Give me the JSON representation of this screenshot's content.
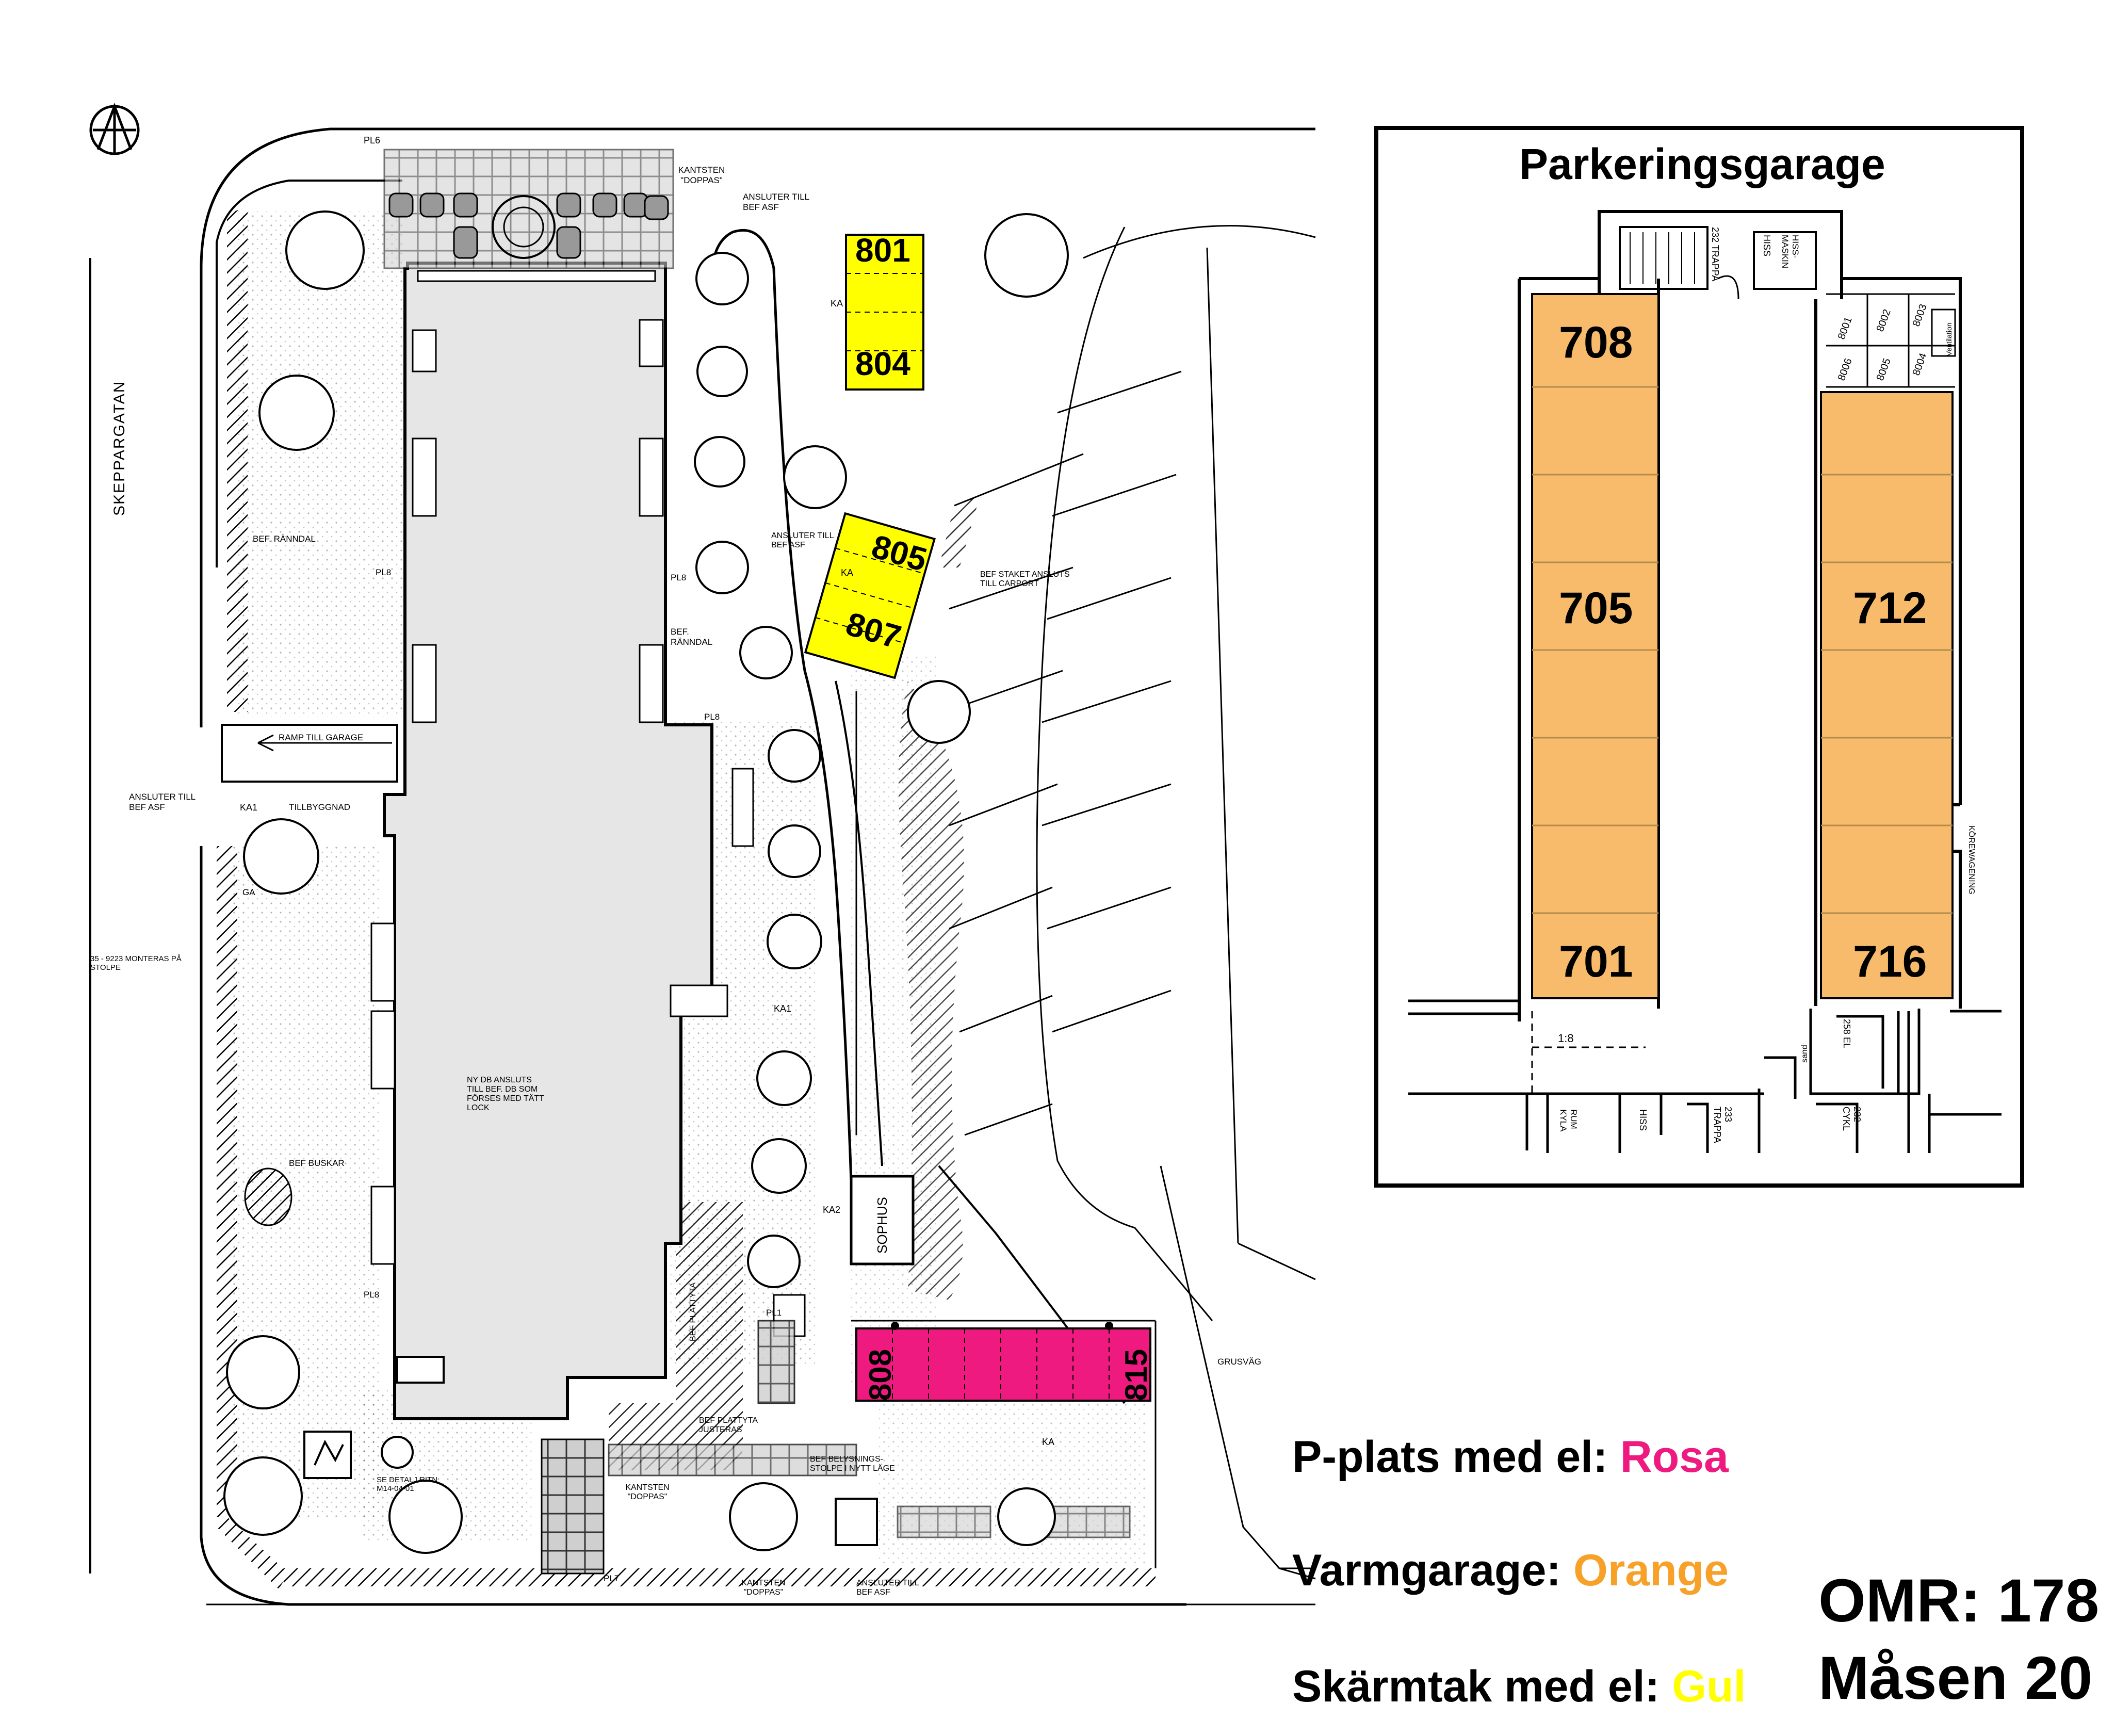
{
  "site_plan": {
    "street": "SKEPPARGATAN",
    "labels": {
      "pl6": "PL6",
      "pl8": "PL8",
      "pl7": "PL7",
      "pl1": "PL1",
      "ka": "KA",
      "ka1": "KA1",
      "ka2": "KA2",
      "kantsten_top": "KANTSTEN \"DOPPAS\"",
      "ansluter_asf_top": "ANSLUTER TILL BEF ASF",
      "bef_ranndal": "BEF. RÄNNDAL",
      "bef_ranndal2": "BEF. RÄNNDAL",
      "ramp": "RAMP TILL GARAGE",
      "ansluter_asf_left": "ANSLUTER TILL BEF ASF",
      "tillbyggnad": "TILLBYGGNAD",
      "sign_text": "35 - 9223 MONTERAS PÅ STOLPE",
      "ny_db": "NY DB ANSLUTS TILL BEF. DB SOM FÖRSES MED TÄTT LOCK",
      "bef_buskar": "BEF BUSKAR",
      "se_detalj": "SE DETALJ RITN M14-04-01",
      "bef_plattyta": "BEF PLATTYTA",
      "bef_plattyta_justeras": "BEF PLATTYTA JUSTERAS",
      "kantsten_bottom": "KANTSTEN \"DOPPAS\"",
      "kantsten_bottom2": "KANTSTEN \"DOPPAS\"",
      "bef_belysning": "BEF BELYSNINGS- STOLPE I NYTT LÄGE",
      "ansluter_asf_bottom": "ANSLUTER TILL BEF ASF",
      "ansluter_asf_mid": "ANSLUTER TILL BEF ASF",
      "bef_staket": "BEF STAKET ANSLUTS TILL CARPORT",
      "sophus": "SOPHUS",
      "grusvag": "GRUSVÄG",
      "ga": "GA"
    },
    "spots": {
      "s801": "801",
      "s804": "804",
      "s805": "805",
      "s807": "807",
      "s808": "808",
      "s815": "815"
    }
  },
  "garage": {
    "title": "Parkeringsgarage",
    "spots": {
      "g708": "708",
      "g705": "705",
      "g701": "701",
      "g712": "712",
      "g716": "716"
    },
    "small_spots": [
      "8001",
      "8002",
      "8003",
      "8006",
      "8005",
      "8004"
    ],
    "room_labels": {
      "trappa_top": "232 TRAPPA",
      "hiss_top": "HISS",
      "hissmaskin": "HISS- MASKIN",
      "ventilation": "Ventilation",
      "korvagn": "KÖREWAGENING",
      "ratio": "1:8",
      "el": "258 EL",
      "sand": "sand",
      "trappa_bottom": "233 TRAPPA",
      "hiss_bottom": "HISS",
      "kyla": "RUM KYLA",
      "cykel": "232 CYKL"
    }
  },
  "legend": {
    "pink_label": "P-plats med el: ",
    "pink_value": "Rosa",
    "orange_label": "Varmgarage: ",
    "orange_value": "Orange",
    "yellow_label": "Skärmtak med el: ",
    "yellow_value": "Gul"
  },
  "omr": {
    "line1": "OMR: 178",
    "line2": "Måsen 20"
  },
  "colors": {
    "yellow": "#ffff00",
    "orange": "#f7bb6b",
    "pink": "#ee1a7f",
    "building": "#e6e6e6",
    "line": "#000000"
  }
}
